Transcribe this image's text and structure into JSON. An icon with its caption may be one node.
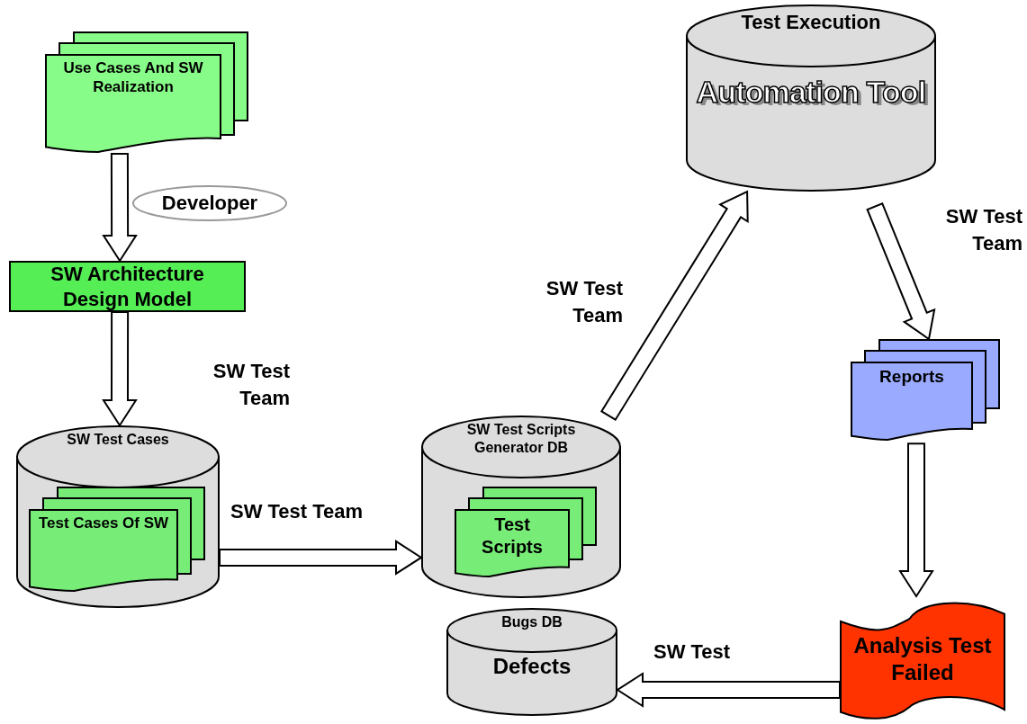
{
  "diagram": {
    "nodes": [
      {
        "text": [
          "Use Cases And SW Realization"
        ]
      },
      {
        "text": [
          "SW Architecture Design Model"
        ]
      },
      {
        "text": [
          "SW Test Cases"
        ]
      },
      {
        "text": [
          "Test Cases Of SW"
        ],
        "in": 2
      },
      {
        "text": [
          "SW Test Scripts Generator DB"
        ]
      },
      {
        "text": [
          "Test Scripts"
        ],
        "in": 4
      },
      {
        "text": [
          "Test Execution",
          "Automation Tool"
        ]
      },
      {
        "text": [
          "Reports"
        ]
      },
      {
        "text": [
          "Analysis Test Failed"
        ]
      },
      {
        "text": [
          "Bugs DB",
          "Defects"
        ]
      },
      {
        "text": [
          "Developer"
        ]
      }
    ],
    "edges": [
      {
        "from": 0,
        "to": 1,
        "arrow": "to"
      },
      {
        "from": 1,
        "to": 2,
        "arrow": "to",
        "label": "SW Test Team"
      },
      {
        "from": 2,
        "to": 4,
        "arrow": "to",
        "label": "SW Test Team"
      },
      {
        "from": 4,
        "to": 6,
        "arrow": "to",
        "label": "SW Test Team"
      },
      {
        "from": 6,
        "to": 7,
        "arrow": "to",
        "label": "SW Test Team"
      },
      {
        "from": 7,
        "to": 8,
        "arrow": "to"
      },
      {
        "from": 8,
        "to": 9,
        "arrow": "to",
        "label": "SW Test"
      }
    ]
  }
}
